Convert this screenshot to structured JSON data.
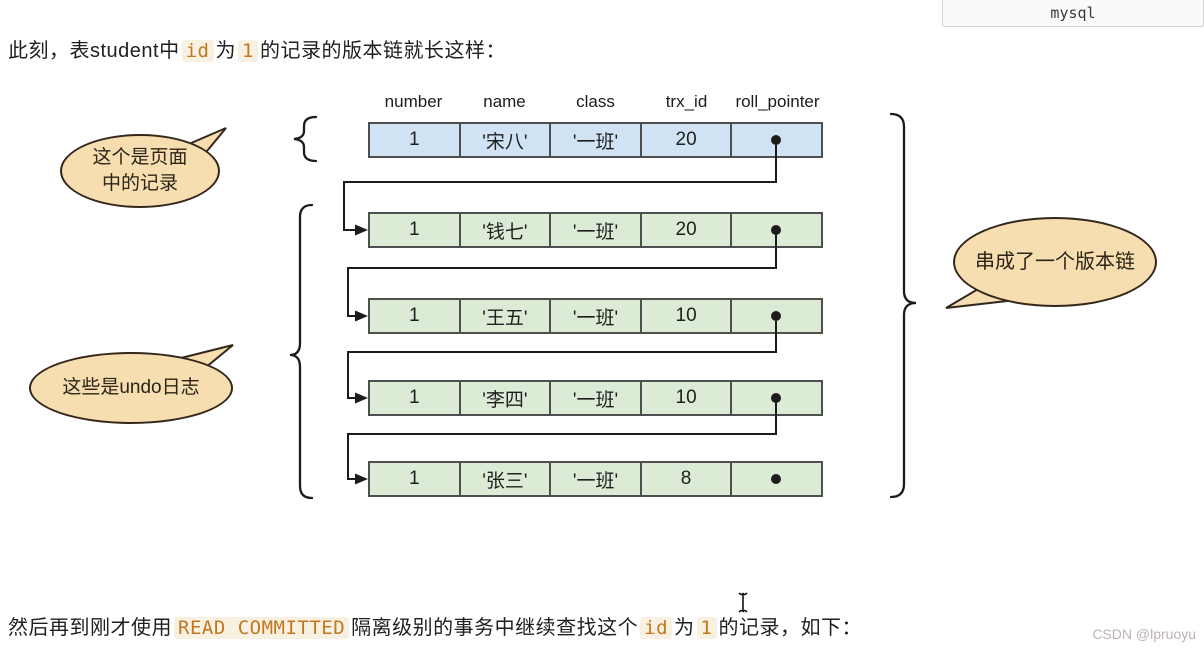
{
  "top_text": {
    "pre": "此刻，表student中",
    "code1": "id",
    "mid": "为",
    "code2": "1",
    "post": "的记录的版本链就长这样："
  },
  "tab": {
    "label": "mysql"
  },
  "diagram": {
    "columns": [
      "number",
      "name",
      "class",
      "trx_id",
      "roll_pointer"
    ],
    "rows": [
      {
        "kind": "page-record",
        "number": "1",
        "name": "'宋八'",
        "class": "'一班'",
        "trx_id": "20"
      },
      {
        "kind": "undo-log",
        "number": "1",
        "name": "'钱七'",
        "class": "'一班'",
        "trx_id": "20"
      },
      {
        "kind": "undo-log",
        "number": "1",
        "name": "'王五'",
        "class": "'一班'",
        "trx_id": "10"
      },
      {
        "kind": "undo-log",
        "number": "1",
        "name": "'李四'",
        "class": "'一班'",
        "trx_id": "10"
      },
      {
        "kind": "undo-log",
        "number": "1",
        "name": "'张三'",
        "class": "'一班'",
        "trx_id": "8"
      }
    ],
    "bubbles": {
      "page_record_line1": "这个是页面",
      "page_record_line2": "中的记录",
      "undo_logs": "这些是undo日志",
      "version_chain": "串成了一个版本链"
    },
    "colors": {
      "page_row_fill": "#d0e3f4",
      "undo_row_fill": "#dcebd5",
      "bubble_fill": "#f6deb0",
      "cell_border": "#4f4f4f",
      "code_text": "#c2771f",
      "code_bg": "#f8f1e2"
    }
  },
  "bottom_text": {
    "pre": "然后再到刚才使用",
    "code1": "READ COMMITTED",
    "mid": "隔离级别的事务中继续查找这个",
    "code2": "id",
    "mid2": "为",
    "code3": "1",
    "post": "的记录，如下："
  },
  "watermark": "CSDN @lpruoyu"
}
